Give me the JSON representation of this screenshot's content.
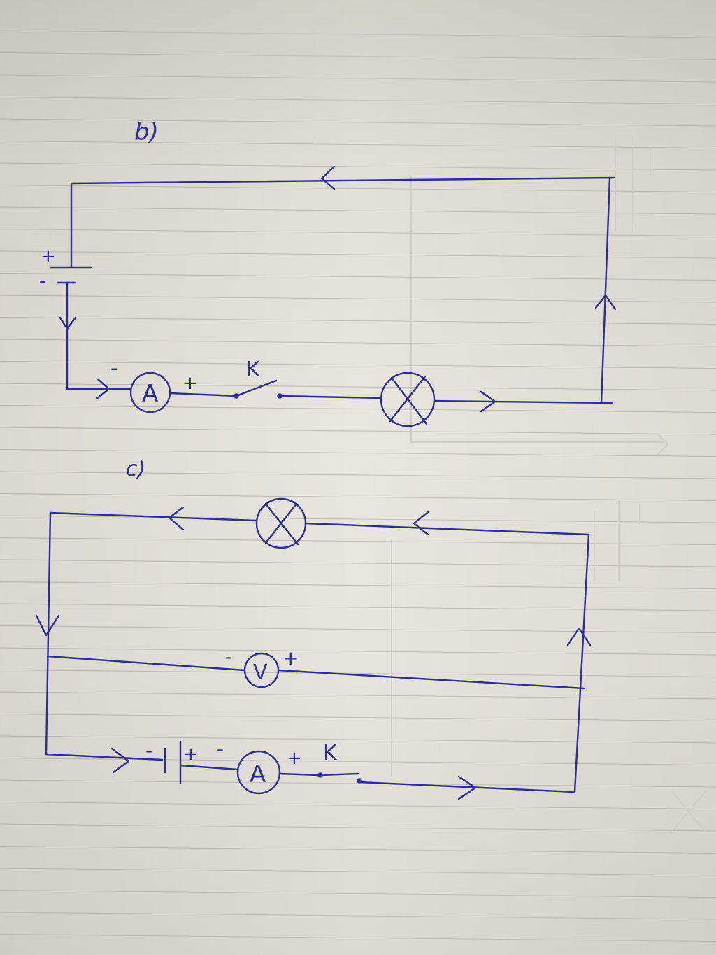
{
  "diagram_b": {
    "label": "b)",
    "battery_plus": "+",
    "battery_minus": "-",
    "ammeter_symbol": "A",
    "ammeter_minus": "-",
    "ammeter_plus": "+",
    "switch_label": "K"
  },
  "diagram_c": {
    "label": "c)",
    "voltmeter_symbol": "V",
    "voltmeter_minus": "-",
    "voltmeter_plus": "+",
    "battery_minus": "-",
    "battery_plus": "+",
    "ammeter_symbol": "A",
    "ammeter_minus": "-",
    "ammeter_plus": "+",
    "switch_label": "K"
  },
  "colors": {
    "ink": "#2e2e8f",
    "paper": "#e6e4dd",
    "rule_line": "#c9c6bf"
  }
}
